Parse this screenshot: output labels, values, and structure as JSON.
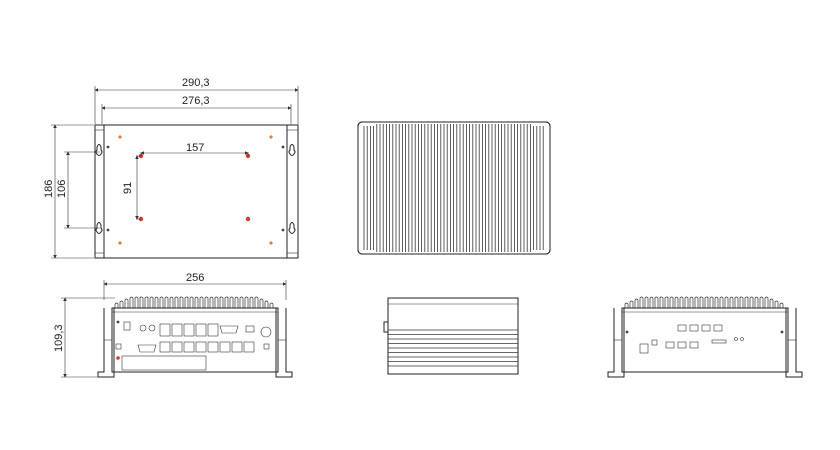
{
  "dimensions": {
    "overall_width": "290,3",
    "mount_width": "276,3",
    "hole_spacing_x": "157",
    "overall_height": "186",
    "mount_height": "106",
    "hole_spacing_y": "91",
    "front_width": "256",
    "front_height": "109,3"
  },
  "colors": {
    "line": "#222222",
    "hole_red": "#d23a2a",
    "hole_orange": "#e07a3c"
  },
  "views": [
    "top-view",
    "heatsink-top-view",
    "front-view",
    "side-view",
    "rear-view"
  ]
}
